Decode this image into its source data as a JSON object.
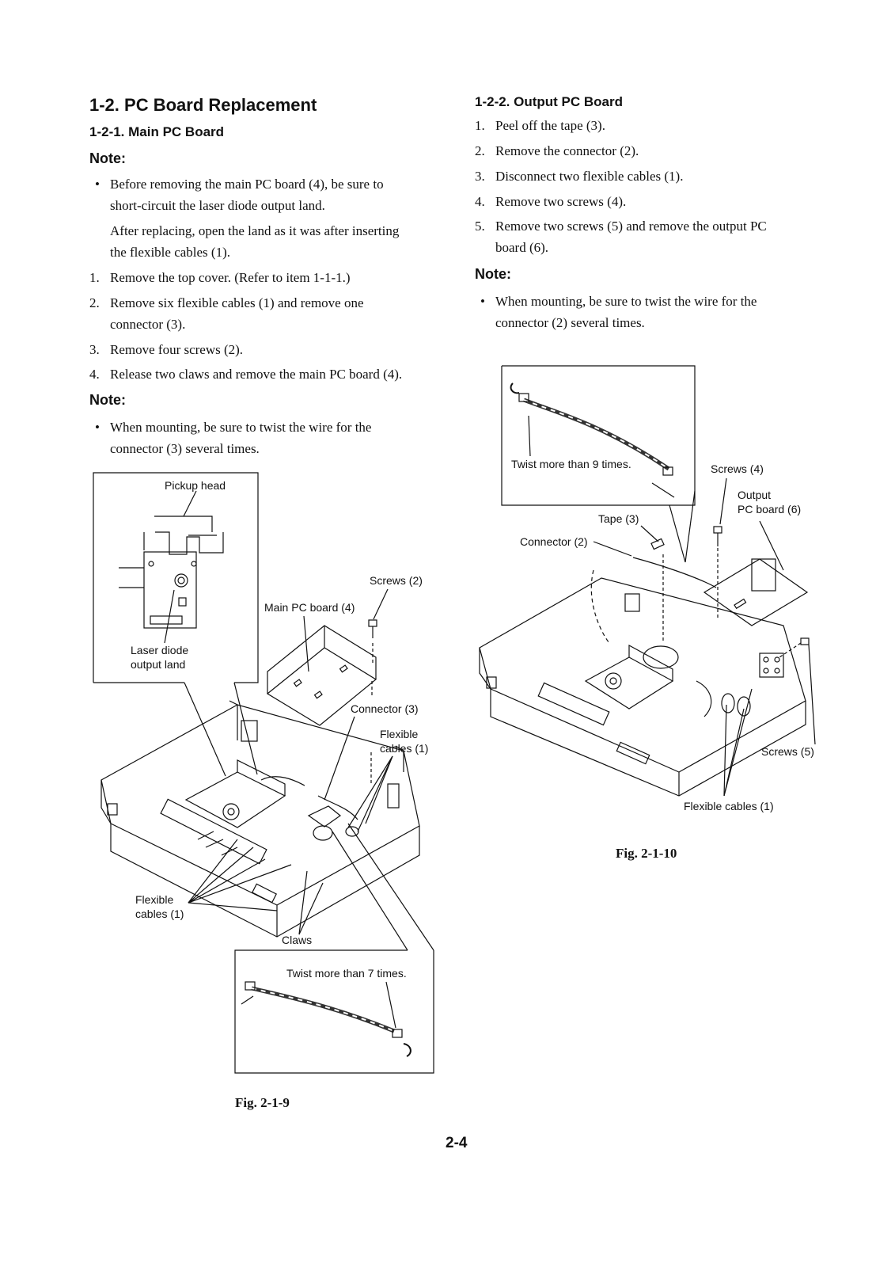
{
  "left": {
    "section_title": "1-2.  PC Board Replacement",
    "subsection_title": "1-2-1. Main PC Board",
    "note1_heading": "Note:",
    "note1_bullet_line1": "Before removing the main PC board (4), be sure to",
    "note1_bullet_line2": "short-circuit the laser diode output land.",
    "note1_para_line1": "After replacing, open the land as it was after inserting",
    "note1_para_line2": "the flexible cables (1).",
    "steps": [
      {
        "num": "1.",
        "line1": "Remove the top cover. (Refer to item 1-1-1.)",
        "line2": ""
      },
      {
        "num": "2.",
        "line1": "Remove six flexible cables (1) and remove one",
        "line2": "connector (3)."
      },
      {
        "num": "3.",
        "line1": "Remove four screws (2).",
        "line2": ""
      },
      {
        "num": "4.",
        "line1": "Release two claws and remove the main PC board (4).",
        "line2": ""
      }
    ],
    "note2_heading": "Note:",
    "note2_bullet_line1": "When mounting, be sure to twist the wire for the",
    "note2_bullet_line2": "connector (3) several times."
  },
  "right": {
    "subsection_title": "1-2-2. Output PC Board",
    "steps": [
      {
        "num": "1.",
        "line1": "Peel off the tape (3).",
        "line2": ""
      },
      {
        "num": "2.",
        "line1": "Remove the connector (2).",
        "line2": ""
      },
      {
        "num": "3.",
        "line1": "Disconnect two flexible cables (1).",
        "line2": ""
      },
      {
        "num": "4.",
        "line1": "Remove two screws (4).",
        "line2": ""
      },
      {
        "num": "5.",
        "line1": "Remove two screws (5) and remove the output PC",
        "line2": "board (6)."
      }
    ],
    "note_heading": "Note:",
    "note_bullet_line1": "When mounting, be sure to twist the wire for the",
    "note_bullet_line2": "connector (2) several times."
  },
  "fig1": {
    "pickup_head": "Pickup head",
    "laser_line1": "Laser diode",
    "laser_line2": "output land",
    "screws": "Screws (2)",
    "main_pc_board": "Main PC board (4)",
    "connector": "Connector (3)",
    "flex_r_line1": "Flexible",
    "flex_r_line2": "cables (1)",
    "flex_l_line1": "Flexible",
    "flex_l_line2": "cables (1)",
    "claws": "Claws",
    "twist": "Twist more than 7 times.",
    "caption": "Fig. 2-1-9"
  },
  "fig2": {
    "twist": "Twist more than 9 times.",
    "screws4": "Screws (4)",
    "output_line1": "Output",
    "output_line2": "PC board (6)",
    "tape": "Tape (3)",
    "connector": "Connector (2)",
    "screws5": "Screws (5)",
    "flex": "Flexible cables (1)",
    "caption": "Fig. 2-1-10"
  },
  "page_number": "2-4"
}
